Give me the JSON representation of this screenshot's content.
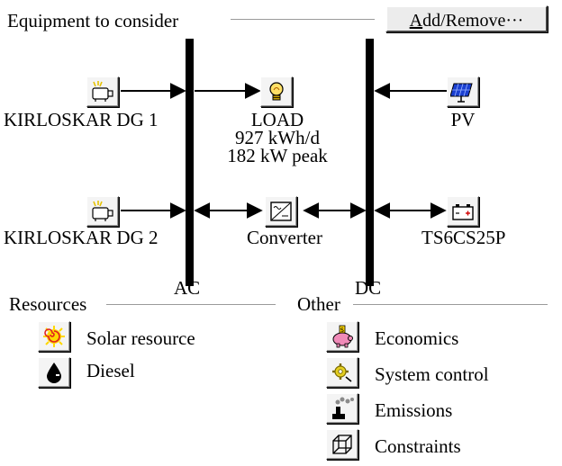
{
  "equipment": {
    "title": "Equipment to consider",
    "add_remove_prefix": "A",
    "add_remove_rest": "dd/Remove···",
    "bus_ac_label": "AC",
    "bus_dc_label": "DC",
    "components": {
      "dg1": {
        "label": "KIRLOSKAR DG 1",
        "icon": "generator-icon"
      },
      "dg2": {
        "label": "KIRLOSKAR DG 2",
        "icon": "generator-icon"
      },
      "load": {
        "label": "LOAD",
        "line2": "927 kWh/d",
        "line3": "182 kW peak",
        "icon": "lightbulb-icon"
      },
      "converter": {
        "label": "Converter",
        "icon": "converter-icon"
      },
      "pv": {
        "label": "PV",
        "icon": "solar-panel-icon"
      },
      "battery": {
        "label": "TS6CS25P",
        "icon": "battery-icon"
      }
    }
  },
  "resources": {
    "title": "Resources",
    "items": [
      {
        "label": "Solar resource",
        "icon": "sun-icon"
      },
      {
        "label": "Diesel",
        "icon": "fuel-drop-icon"
      }
    ]
  },
  "other": {
    "title": "Other",
    "items": [
      {
        "label": "Economics",
        "icon": "piggy-bank-icon"
      },
      {
        "label": "System control",
        "icon": "control-gear-icon"
      },
      {
        "label": "Emissions",
        "icon": "smokestack-icon"
      },
      {
        "label": "Constraints",
        "icon": "cube-icon"
      }
    ]
  },
  "colors": {
    "bus": "#000000",
    "sun_red": "#e02020",
    "sun_yellow": "#ffd800",
    "pv_blue": "#1a3fd0",
    "piggy_pink": "#f08ab8"
  }
}
